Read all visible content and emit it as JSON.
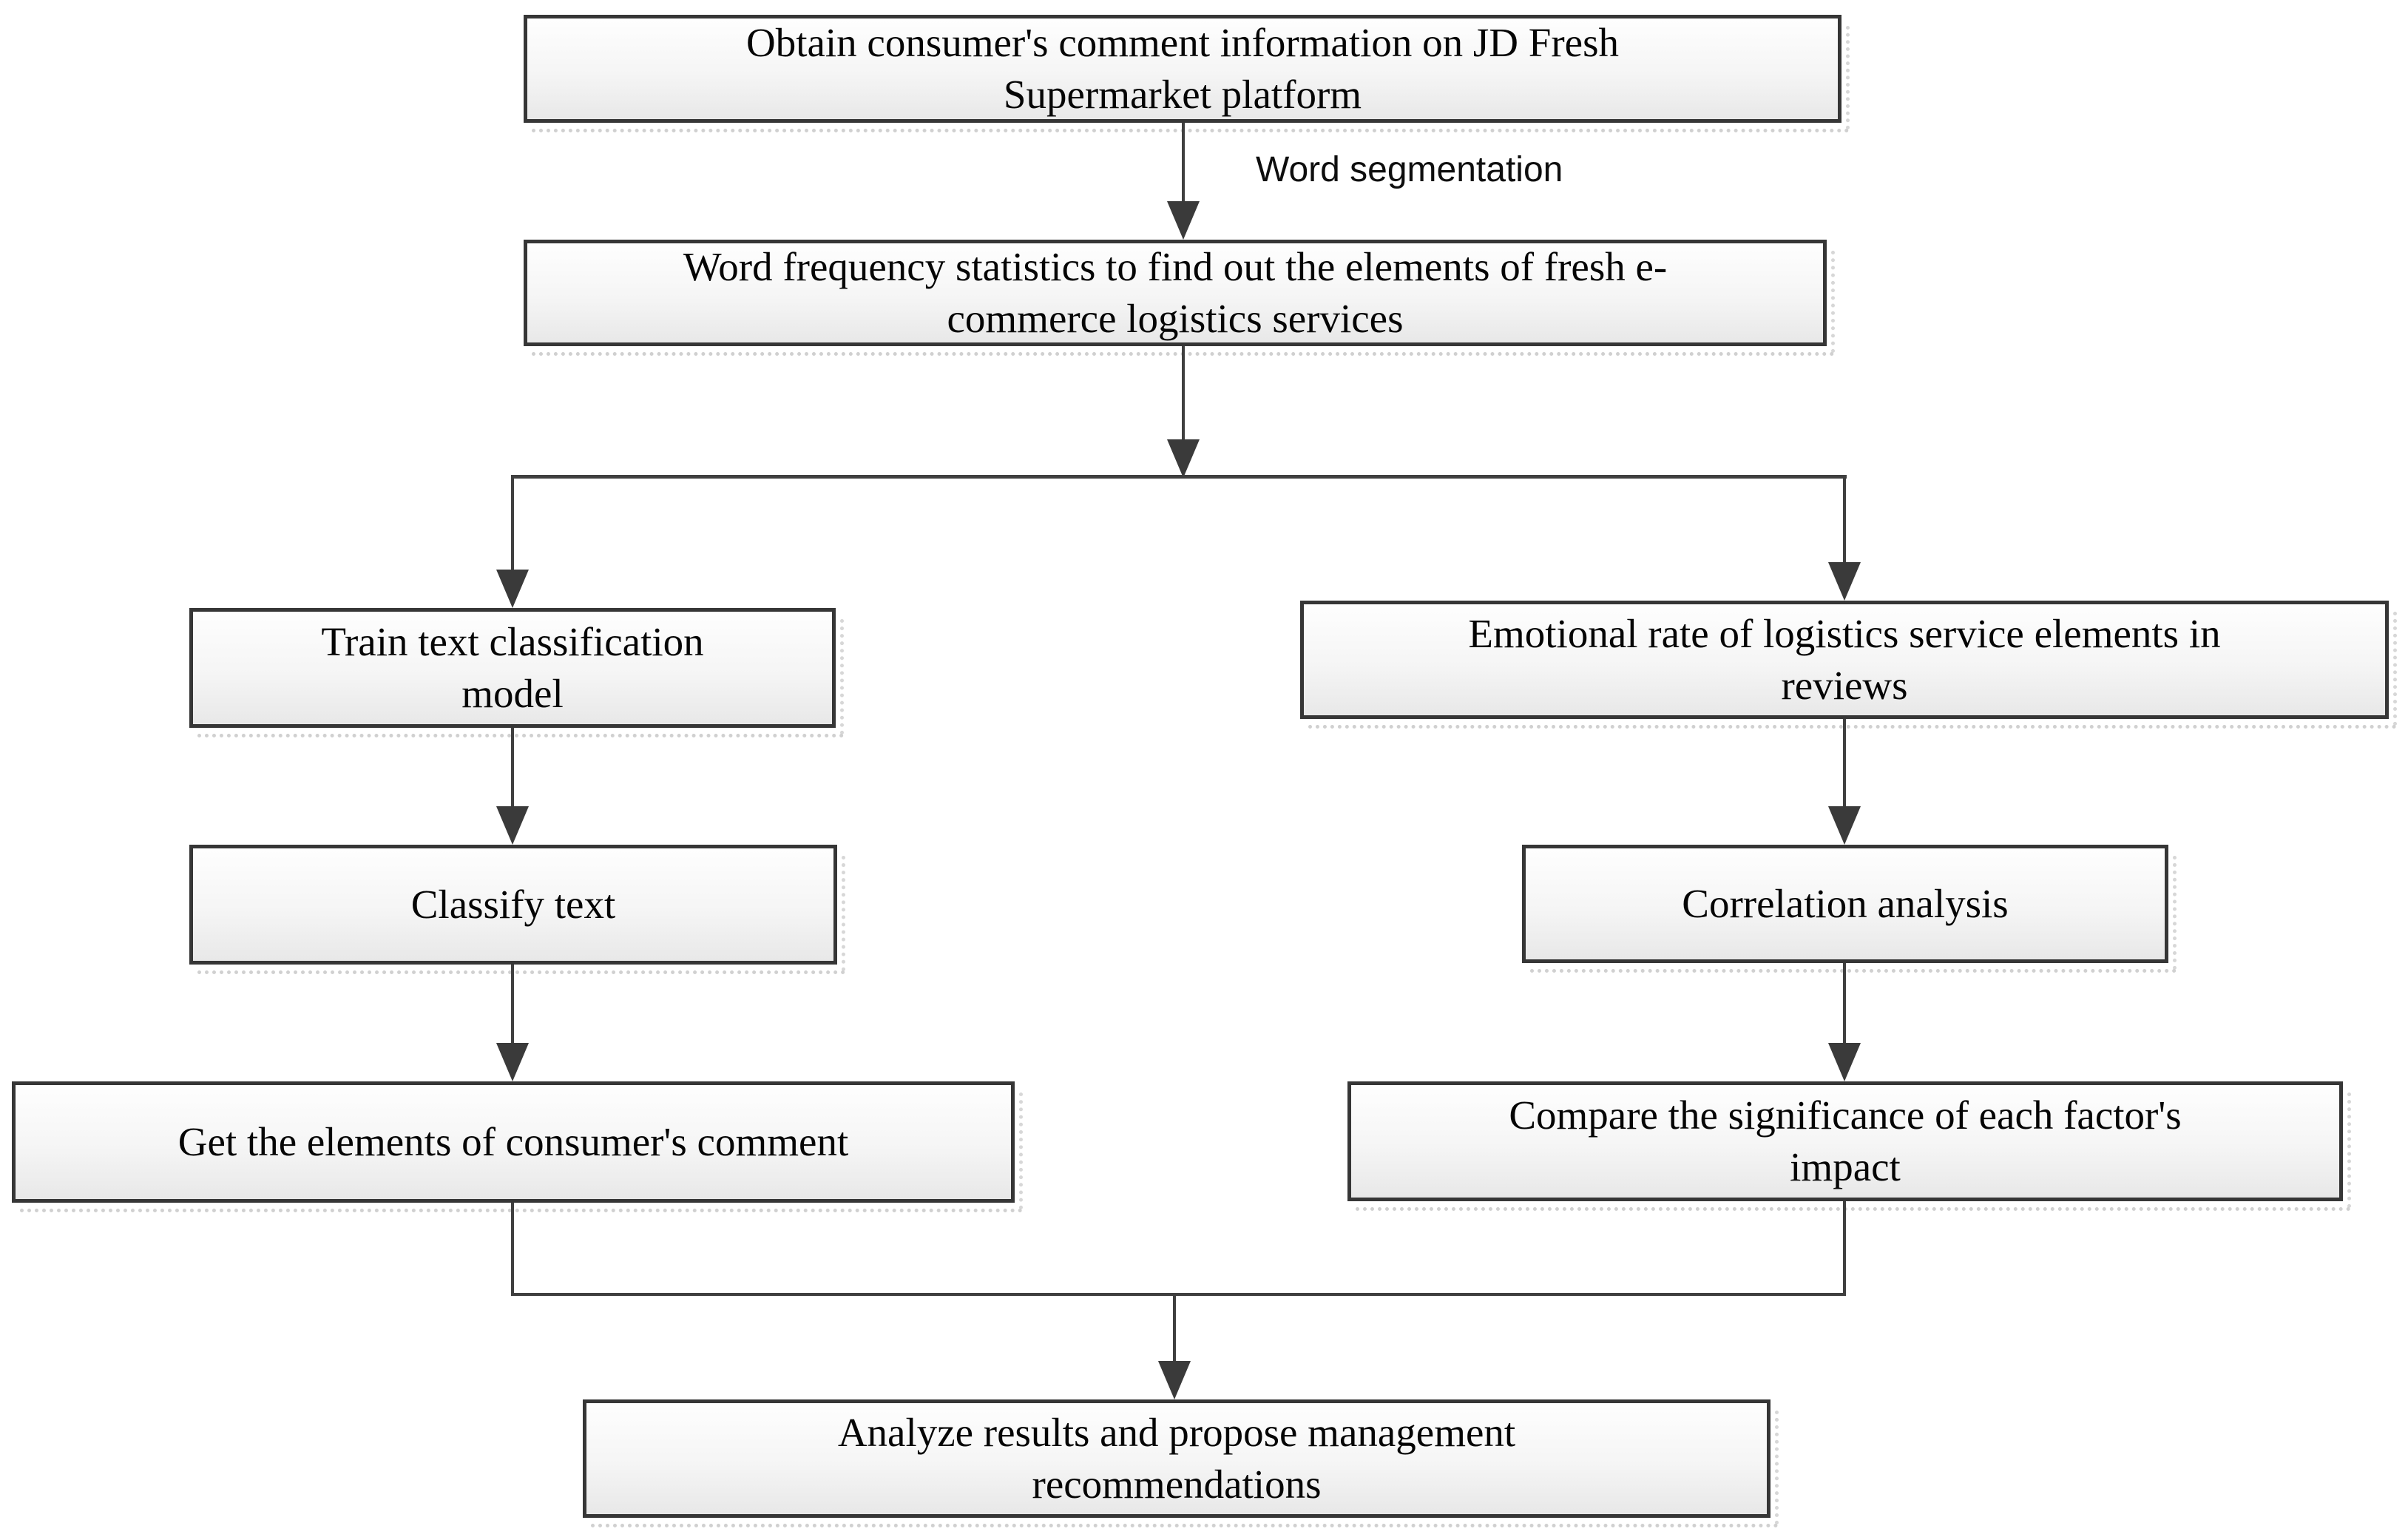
{
  "diagram": {
    "nodes": {
      "obtain": {
        "label": "Obtain consumer's comment information on JD Fresh\nSupermarket platform"
      },
      "word_frequency": {
        "label": "Word frequency statistics to find out the elements of fresh e-\ncommerce logistics services"
      },
      "train_model": {
        "label": "Train text classification\nmodel"
      },
      "emotional_rate": {
        "label": "Emotional rate of logistics service elements in\nreviews"
      },
      "classify_text": {
        "label": "Classify text"
      },
      "correlation_analysis": {
        "label": "Correlation analysis"
      },
      "get_elements": {
        "label": "Get the elements of consumer's comment"
      },
      "compare_significance": {
        "label": "Compare the significance of each factor's\nimpact"
      },
      "analyze_results": {
        "label": "Analyze results and propose management\nrecommendations"
      }
    },
    "edge_labels": {
      "word_segmentation": "Word segmentation"
    },
    "colors": {
      "box_border": "#363636",
      "box_fill_top": "#fefefe",
      "box_fill_bottom": "#e8e8e8",
      "connector": "#3f3f3f",
      "text": "#050505",
      "shadow_dots": "#d0d0d0"
    }
  }
}
